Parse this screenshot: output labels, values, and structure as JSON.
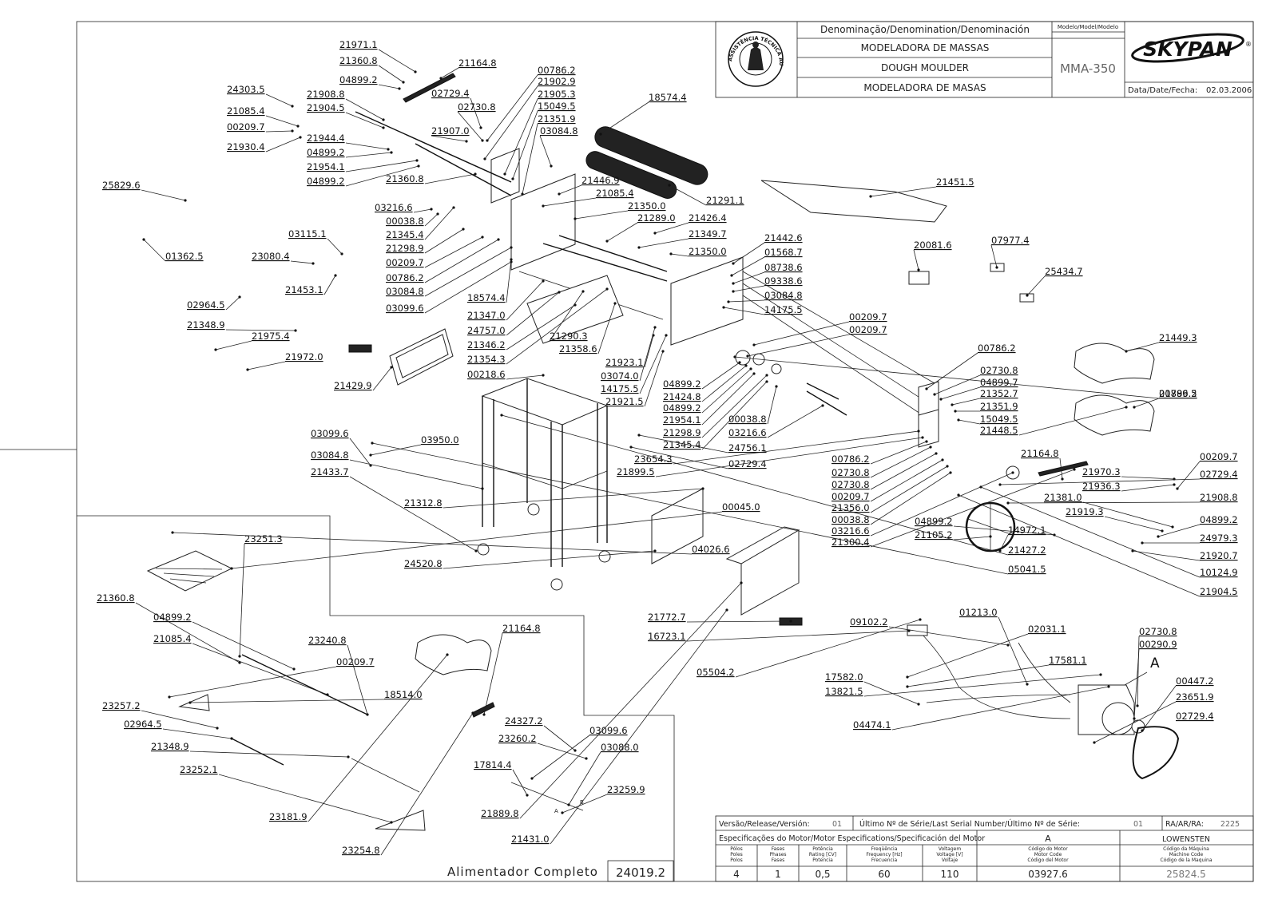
{
  "title_block": {
    "denomination_header": "Denominação/Denomination/Denominación",
    "name_pt": "MODELADORA DE MASSAS",
    "name_en": "DOUGH MOULDER",
    "name_es": "MODELADORA DE MASAS",
    "model_header": "Modelo/Model/Modelo",
    "model": "MMA-350",
    "brand": "SKYPAN",
    "date_label": "Data/Date/Fecha:",
    "date": "02.03.2006",
    "seal_text": "ASSISTÊNCIA TÉCNICA AUTORIZADA"
  },
  "spec_block": {
    "version_label": "Versão/Release/Versión:",
    "version": "01",
    "serial_label": "Último Nº de Série/Last Serial Number/Último Nº de Série:",
    "serial": "01",
    "ra_label": "RA/AR/RA:",
    "ra": "2225",
    "motor_spec_label": "Especificações do Motor/Motor Especifications/Specificación del Motor",
    "motor_letter": "A",
    "manufacturer": "LOWENSTEN",
    "headers": [
      [
        "Pólos",
        "Poles",
        "Polos"
      ],
      [
        "Fases",
        "Phases",
        "Fases"
      ],
      [
        "Potência",
        "Rating [CV]",
        "Potencia"
      ],
      [
        "Freqüência",
        "Frequency [Hz]",
        "Frecuencia"
      ],
      [
        "Voltagem",
        "Voltage [V]",
        "Voltaje"
      ],
      [
        "Código do Motor",
        "Motor Code",
        "Código del Motor"
      ],
      [
        "Código da Máquina",
        "Machine Code",
        "Código de la Maquina"
      ]
    ],
    "values": [
      "4",
      "1",
      "0,5",
      "60",
      "110",
      "03927.6",
      "25824.5"
    ]
  },
  "feeder": {
    "label": "Alimentador Completo",
    "code": "24019.2"
  },
  "motor_marker": "A",
  "small_marks": {
    "a": "A",
    "b": "B"
  },
  "part_labels": [
    "21971.1",
    "21360.8",
    "04899.2",
    "21164.8",
    "24303.5",
    "21908.8",
    "02729.4",
    "21904.5",
    "02730.8",
    "21085.4",
    "00209.7",
    "21944.4",
    "21907.0",
    "21930.4",
    "04899.2",
    "21954.1",
    "21360.8",
    "04899.2",
    "00786.2",
    "21902.9",
    "21905.3",
    "15049.5",
    "21351.9",
    "03084.8",
    "18574.4",
    "25829.6",
    "01362.5",
    "03216.6",
    "21446.9",
    "00038.8",
    "21085.4",
    "21345.4",
    "21350.0",
    "21298.9",
    "21289.0",
    "21426.4",
    "00209.7",
    "21349.7",
    "00786.2",
    "21350.0",
    "03084.8",
    "03099.6",
    "21291.1",
    "21451.5",
    "03115.1",
    "23080.4",
    "21453.1",
    "02964.5",
    "21348.9",
    "21975.4",
    "21972.0",
    "21429.9",
    "18574.4",
    "21347.0",
    "24757.0",
    "21346.2",
    "21354.3",
    "00218.6",
    "21290.3",
    "21358.6",
    "21923.1",
    "03074.0",
    "14175.5",
    "21921.5",
    "21442.6",
    "01568.7",
    "08738.6",
    "09338.6",
    "03084.8",
    "14175.5",
    "00209.7",
    "00209.7",
    "20081.6",
    "07977.4",
    "25434.7",
    "21449.3",
    "21899.5",
    "00786.2",
    "02730.8",
    "04899.7",
    "21352.7",
    "21351.9",
    "15049.5",
    "21448.5",
    "00786.2",
    "04899.2",
    "21424.8",
    "04899.2",
    "21954.1",
    "21298.9",
    "21345.4",
    "00038.8",
    "03216.6",
    "24756.1",
    "02729.4",
    "23654.3",
    "21899.5",
    "00786.2",
    "02730.8",
    "02730.8",
    "00209.7",
    "21356.0",
    "00038.8",
    "03216.6",
    "21300.4",
    "21164.8",
    "21970.3",
    "21936.3",
    "00209.7",
    "02729.4",
    "21908.8",
    "21381.0",
    "21919.3",
    "04899.2",
    "24979.3",
    "21920.7",
    "10124.9",
    "21904.5",
    "04899.2",
    "21105.2",
    "14972.1",
    "21427.2",
    "05041.5",
    "03950.0",
    "03099.6",
    "03084.8",
    "21433.7",
    "21312.8",
    "24520.8",
    "00045.0",
    "04026.6",
    "23251.3",
    "21360.8",
    "04899.2",
    "21085.4",
    "23240.8",
    "00209.7",
    "18514.0",
    "23257.2",
    "02964.5",
    "21348.9",
    "23252.1",
    "23181.9",
    "23254.8",
    "21164.8",
    "24327.2",
    "23260.2",
    "03099.6",
    "03088.0",
    "17814.4",
    "23259.9",
    "21889.8",
    "21431.0",
    "21772.7",
    "16723.1",
    "05504.2",
    "09102.2",
    "01213.0",
    "02031.1",
    "17581.1",
    "17582.0",
    "13821.5",
    "04474.1",
    "02730.8",
    "00290.9",
    "00447.2",
    "23651.9",
    "02729.4"
  ]
}
